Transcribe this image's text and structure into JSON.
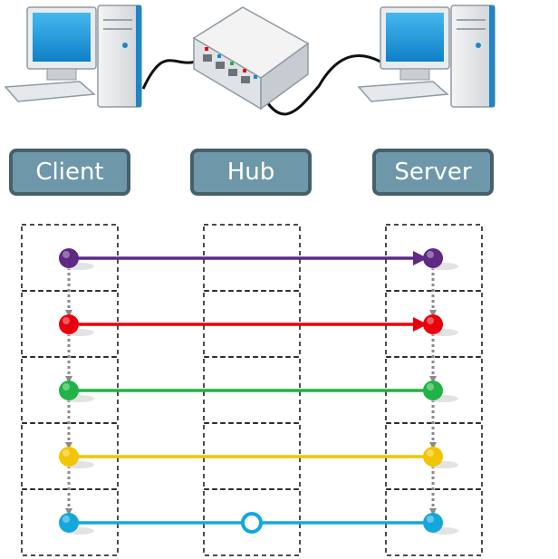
{
  "nodes": [
    {
      "id": "client",
      "label": "Client",
      "icon": "desktop-computer-icon"
    },
    {
      "id": "hub",
      "label": "Hub",
      "icon": "network-hub-icon"
    },
    {
      "id": "server",
      "label": "Server",
      "icon": "desktop-computer-icon"
    }
  ],
  "messages": [
    {
      "color": "#5e2a84",
      "end": "arrow",
      "hub_marker": false
    },
    {
      "color": "#e8000d",
      "end": "arrow",
      "hub_marker": false
    },
    {
      "color": "#1fb445",
      "end": "dot",
      "hub_marker": false
    },
    {
      "color": "#f2c500",
      "end": "dot",
      "hub_marker": false
    },
    {
      "color": "#14a7dc",
      "end": "dot",
      "hub_marker": true
    }
  ],
  "colors": {
    "label_fill": "#6e98aa",
    "label_border": "#46606c",
    "dashed_box": "#111111",
    "vertical_arrow": "#8a8a8a"
  }
}
